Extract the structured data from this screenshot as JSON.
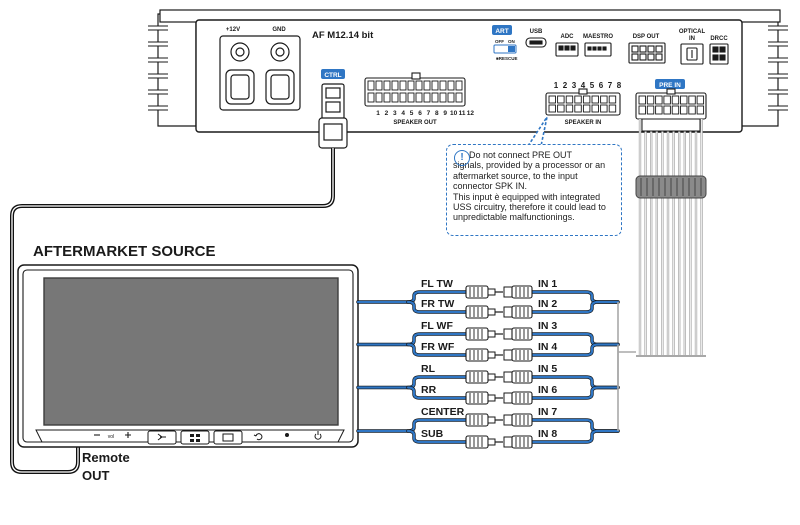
{
  "amplifier": {
    "model": "AF M12.14 bit",
    "power_labels": [
      "+12V",
      "GND"
    ],
    "ctrl_tag": "CTRL",
    "art_tag": "ART",
    "art_switch": [
      "OFF",
      "ON"
    ],
    "rescue_label": "■RESCUE",
    "usb_label": "USB",
    "adc_label": "ADC",
    "maestro_label": "MAESTRO",
    "dsp_out_label": "DSP OUT",
    "optical_label": [
      "OPTICAL",
      "IN"
    ],
    "drcc_label": "DRCC",
    "pre_in_tag": "PRE IN",
    "speaker_out_label": "SPEAKER OUT",
    "speaker_out_numbers": [
      "1",
      "2",
      "3",
      "4",
      "5",
      "6",
      "7",
      "8",
      "9",
      "10",
      "11",
      "12"
    ],
    "speaker_in_label": "SPEAKER IN",
    "speaker_in_numbers": [
      "1",
      "2",
      "3",
      "4",
      "5",
      "6",
      "7",
      "8"
    ]
  },
  "note": {
    "icon": "info-icon",
    "icon_glyph": "!",
    "line1": "Do not connect PRE OUT",
    "line2": "signals, provided by a processor or an aftermarket source, to the input connector SPK IN.",
    "line3": "This input è equipped with integrated USS circuitry, therefore it could lead to unpredictable malfunctionings."
  },
  "source": {
    "title": "AFTERMARKET SOURCE",
    "remote_label": [
      "Remote",
      "OUT"
    ],
    "panel_icons": [
      "minus-icon",
      "vol-icon",
      "plus-icon",
      "source-icon",
      "grid-icon",
      "screen-icon",
      "back-icon",
      "mic-icon",
      "power-icon"
    ]
  },
  "channels": [
    {
      "out": "FL TW",
      "in": "IN 1"
    },
    {
      "out": "FR TW",
      "in": "IN 2"
    },
    {
      "out": "FL WF",
      "in": "IN 3"
    },
    {
      "out": "FR WF",
      "in": "IN 4"
    },
    {
      "out": "RL",
      "in": "IN 5"
    },
    {
      "out": "RR",
      "in": "IN 6"
    },
    {
      "out": "CENTER",
      "in": "IN 7"
    },
    {
      "out": "SUB",
      "in": "IN 8"
    }
  ],
  "colors": {
    "wire_blue": "#2f76c4",
    "wire_black": "#111111",
    "outline": "#1a1a1a"
  }
}
